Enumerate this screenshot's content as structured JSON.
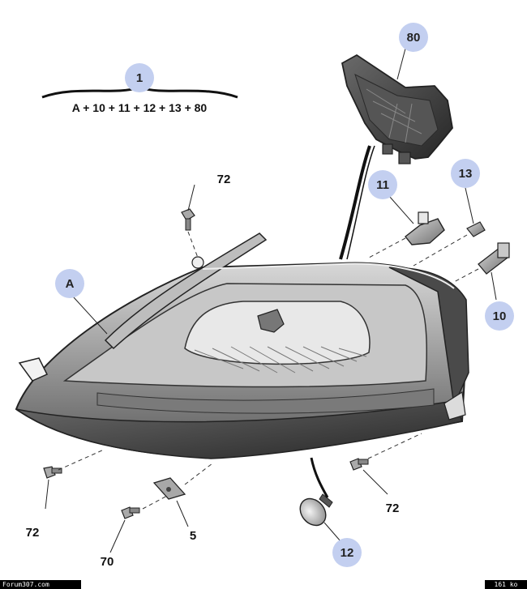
{
  "assembly": {
    "callout": "1",
    "formula": "A + 10 + 11 + 12 + 13 + 80"
  },
  "callouts": {
    "c80": "80",
    "c11": "11",
    "c13": "13",
    "c10": "10",
    "cA": "A",
    "c12": "12"
  },
  "labels": {
    "l72_top": "72",
    "l72_left": "72",
    "l72_right": "72",
    "l5": "5",
    "l70": "70"
  },
  "footer": {
    "source": "Forum307.com",
    "size": "161 ko"
  },
  "colors": {
    "callout_bubble": "#c3cff0",
    "housing_dark": "#3a3a3a",
    "housing_mid": "#8a8a8a"
  }
}
